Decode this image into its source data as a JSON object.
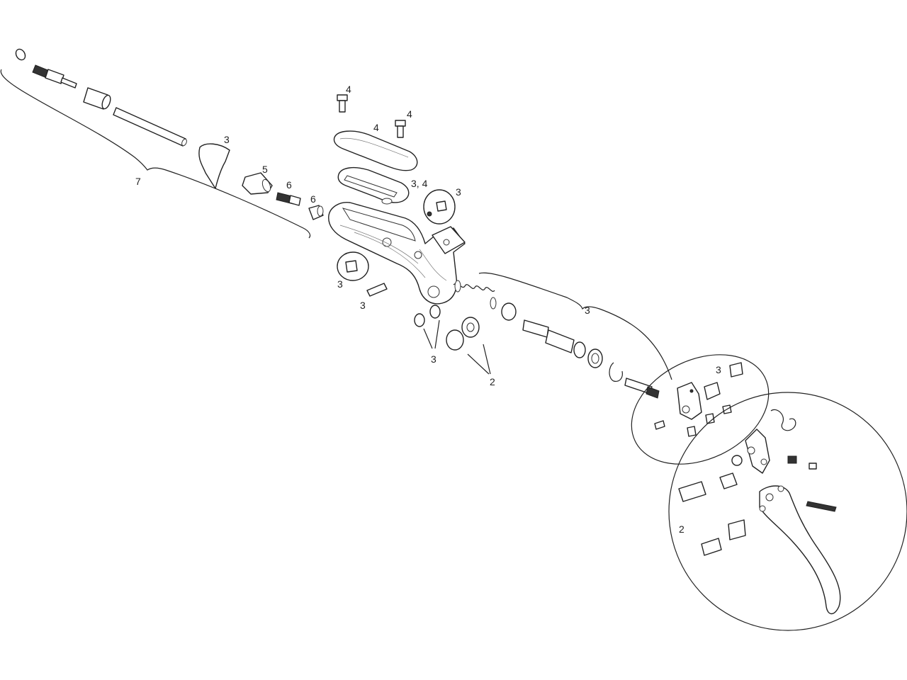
{
  "labels": {
    "hose_kit": "7",
    "sleeve": "3",
    "nut": "5",
    "barb_insert": "6",
    "compression_fitting": "6",
    "screw_top": "4",
    "screw_right": "4",
    "reservoir_cap": "4",
    "bladder": "3, 4",
    "bleed_port": "3",
    "bleed_screw": "3",
    "pin": "3",
    "bushings": "3",
    "washers": "2",
    "piston_assembly": "3",
    "lever_internals": "3",
    "lever_blade": "2"
  }
}
